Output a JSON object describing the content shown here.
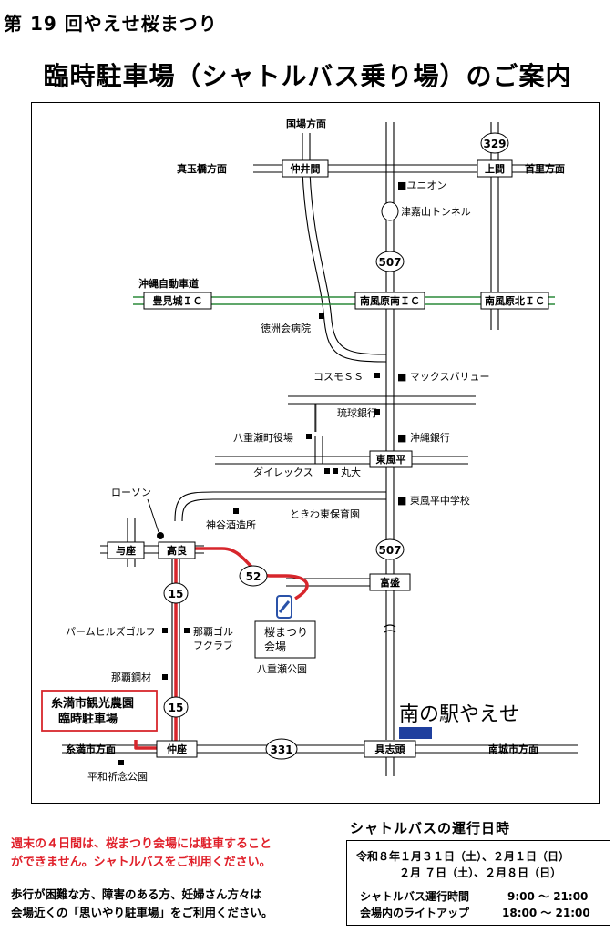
{
  "festival": "第 19 回やえせ桜まつり",
  "headline": "臨時駐車場（シャトルバス乗り場）のご案内",
  "map": {
    "directions": {
      "kokuba": "国場方面",
      "madanbashi": "真玉橋方面",
      "shuri": "首里方面",
      "itoman": "糸満市方面",
      "nanjo": "南城市方面"
    },
    "expressway": "沖縄自動車道",
    "routes": [
      "329",
      "507",
      "507",
      "52",
      "15",
      "15",
      "331"
    ],
    "intersections": {
      "nakaima": "仲井間",
      "ueno": "上間",
      "haebaru_minami_ic": "南風原南ＩＣ",
      "haebaru_kita_ic": "南風原北ＩＣ",
      "tomigusuku_ic": "豊見城ＩＣ",
      "kochinda": "東風平",
      "yoza": "与座",
      "takara": "高良",
      "tomimori": "富盛",
      "nakaza": "仲座",
      "gushichan": "具志頭"
    },
    "landmarks": {
      "union": "■ユニオン",
      "tunnel": "津嘉山トンネル",
      "tokushukai": "徳洲会病院",
      "cosmos": "コスモＳＳ",
      "maxvalu": "■ マックスバリュー",
      "ryukyu_bank": "琉球銀行",
      "okinawa_bank": "■ 沖縄銀行",
      "yaese_office": "八重瀬町役場",
      "dairex": "ダイレックス",
      "marudai": "丸大",
      "kochinda_jhs": "■ 東風平中学校",
      "tokiwa": "ときわ東保育園",
      "kamiya": "神谷酒造所",
      "lawson": "ローソン",
      "palm_hills": "パームヒルズゴルフ",
      "naha_golf": "那覇ゴル\nフクラブ",
      "naha_steel": "那覇鋼材",
      "heiwa_kinen": "平和祈念公園",
      "sakura_venue": "桜まつり\n会場",
      "yaese_park": "八重瀬公園"
    },
    "parking_label": "糸満市観光農園\n臨時駐車場",
    "station": "南の駅やえせ"
  },
  "notices": {
    "red": "週末の４日間は、桜まつり会場には駐車すること\nができません。シャトルバスをご利用ください。",
    "black": "歩行が困難な方、障害のある方、妊婦さん方々は\n会場近くの「思いやり駐車場」をご利用ください。"
  },
  "schedule": {
    "title": "シャトルバスの運行日時",
    "dates_line1": "令和８年１月３１日（土）、２月１日（日）",
    "dates_line2": "２月 ７日（土）、２月８日（日）",
    "service_label": "シャトルバス運行時間",
    "service_time": "9:00 ～ 21:00",
    "lightup_label": "会場内のライトアップ",
    "lightup_time": "18:00 ～ 21:00"
  },
  "colors": {
    "shuttle_route": "#d7262c",
    "expressway": "#2c8a3a",
    "station_marker": "#1f3f9e",
    "venue_marker": "#2a52a8"
  }
}
